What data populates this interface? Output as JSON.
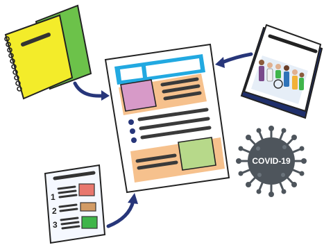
{
  "virus": {
    "label": "COVID-19"
  },
  "list_document": {
    "numbers": [
      "1",
      "2",
      "3"
    ]
  },
  "colors": {
    "notebook_yellow": "#f3ec2a",
    "notebook_green": "#6cc24a",
    "header_blue": "#22a9e1",
    "panel_orange": "#f6c18d",
    "photo_purple": "#d79ac8",
    "photo_green": "#b7d98a",
    "list_red": "#e8776e",
    "list_tan": "#d29b66",
    "list_green": "#3fb54a",
    "arrow_navy": "#27367a",
    "virus_gray": "#4e555c",
    "booklet_navy": "#1f2f6b"
  }
}
